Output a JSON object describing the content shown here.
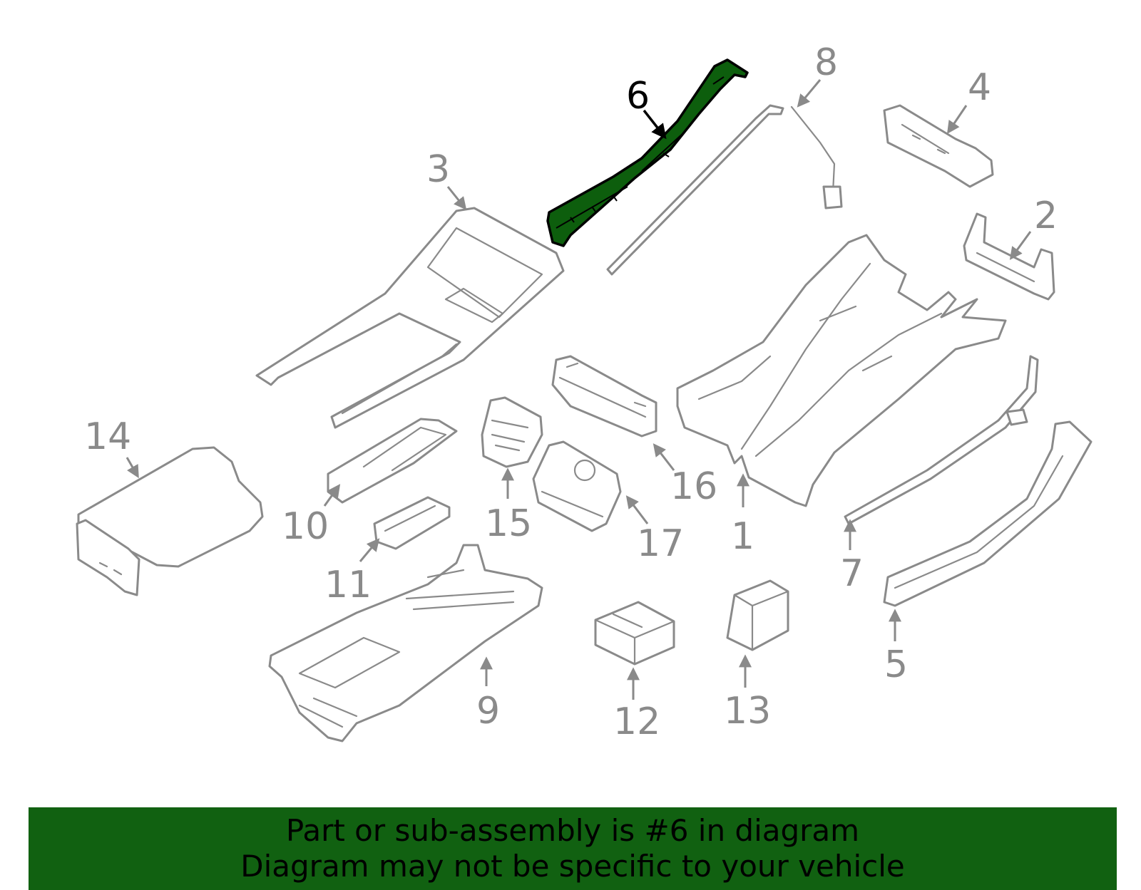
{
  "diagram": {
    "highlighted_part": "6",
    "highlight_color": "#0d5e0d",
    "line_color": "#8a8a8a",
    "callouts": {
      "c1": "1",
      "c2": "2",
      "c3": "3",
      "c4": "4",
      "c5": "5",
      "c6": "6",
      "c7": "7",
      "c8": "8",
      "c9": "9",
      "c10": "10",
      "c11": "11",
      "c12": "12",
      "c13": "13",
      "c14": "14",
      "c15": "15",
      "c16": "16",
      "c17": "17"
    }
  },
  "banner": {
    "line1": "Part or sub-assembly is #6 in diagram",
    "line2": "Diagram may not be specific to your vehicle",
    "background": "#116111"
  }
}
